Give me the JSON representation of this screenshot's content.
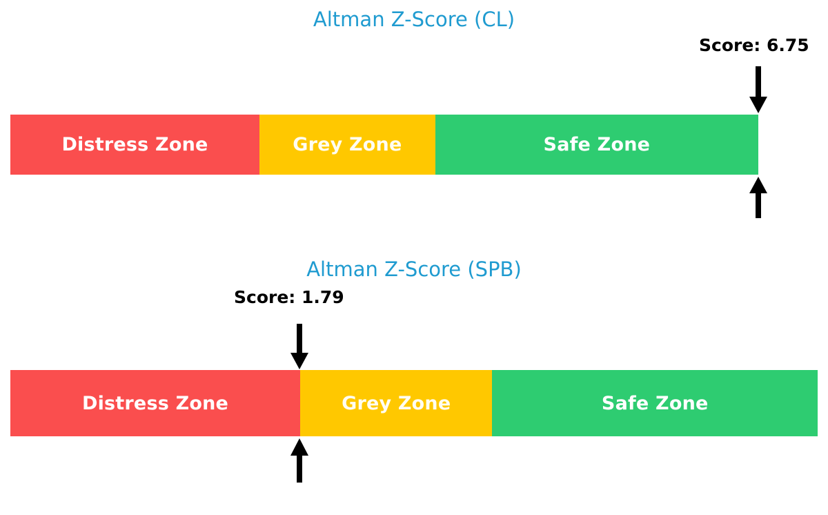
{
  "chart_data": [
    {
      "type": "bar",
      "id": "cl",
      "title": "Altman Z-Score (CL)",
      "orientation": "horizontal-stacked",
      "score_label": "Score: 6.75",
      "score_value": 6.75,
      "marker_position_pct": 100.0,
      "title_color": "#1f9bd0",
      "label_color": "#000000",
      "marker_color": "#000000",
      "zones": [
        {
          "label": "Distress Zone",
          "color": "#fa4e4e",
          "width_pct": 33.3
        },
        {
          "label": "Grey Zone",
          "color": "#ffc800",
          "width_pct": 23.5
        },
        {
          "label": "Safe Zone",
          "color": "#2ecc71",
          "width_pct": 40.2
        }
      ]
    },
    {
      "type": "bar",
      "id": "spb",
      "title": "Altman Z-Score (SPB)",
      "orientation": "horizontal-stacked",
      "score_label": "Score: 1.79",
      "score_value": 1.79,
      "marker_position_pct": 35.9,
      "title_color": "#1f9bd0",
      "label_color": "#000000",
      "marker_color": "#000000",
      "zones": [
        {
          "label": "Distress Zone",
          "color": "#fa4e4e",
          "width_pct": 35.9
        },
        {
          "label": "Grey Zone",
          "color": "#ffc800",
          "width_pct": 23.8
        },
        {
          "label": "Safe Zone",
          "color": "#2ecc71",
          "width_pct": 40.3
        }
      ]
    }
  ],
  "charts": {
    "cl": {
      "title": "Altman Z-Score (CL)",
      "score_label": "Score: 6.75",
      "zones": {
        "distress": "Distress Zone",
        "grey": "Grey Zone",
        "safe": "Safe Zone"
      },
      "marker_down_icon": "arrow-down-icon",
      "marker_up_icon": "arrow-up-icon"
    },
    "spb": {
      "title": "Altman Z-Score (SPB)",
      "score_label": "Score: 1.79",
      "zones": {
        "distress": "Distress Zone",
        "grey": "Grey Zone",
        "safe": "Safe Zone"
      },
      "marker_down_icon": "arrow-down-icon",
      "marker_up_icon": "arrow-up-icon"
    }
  },
  "colors": {
    "distress": "#fa4e4e",
    "grey": "#ffc800",
    "safe": "#2ecc71",
    "title": "#1f9bd0",
    "marker": "#000000",
    "background": "#ffffff"
  }
}
